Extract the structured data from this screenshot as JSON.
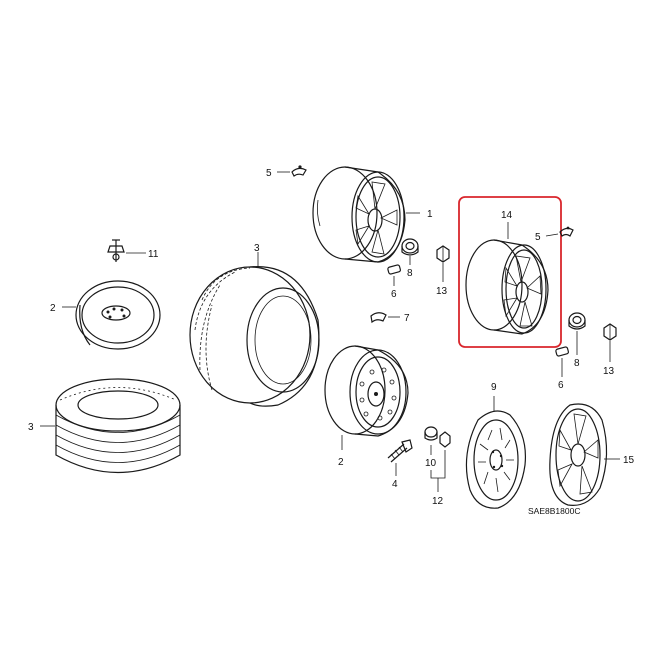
{
  "diagram": {
    "code": "SAE8B1800C",
    "highlight_color": "#d9262c",
    "callouts": {
      "c1": "1",
      "c2a": "2",
      "c2b": "2",
      "c3a": "3",
      "c3b": "3",
      "c4": "4",
      "c5a": "5",
      "c5b": "5",
      "c6a": "6",
      "c6b": "6",
      "c7": "7",
      "c8a": "8",
      "c8b": "8",
      "c9": "9",
      "c10": "10",
      "c11": "11",
      "c12": "12",
      "c13a": "13",
      "c13b": "13",
      "c14": "14",
      "c15": "15"
    }
  }
}
